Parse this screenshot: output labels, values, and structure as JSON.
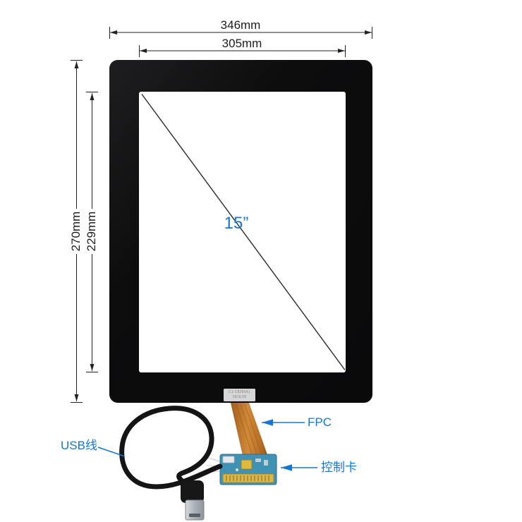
{
  "product": {
    "diagonal_label": "15”"
  },
  "dimensions": {
    "outer_width": "346mm",
    "inner_width": "305mm",
    "outer_height": "270mm",
    "inner_height": "229mm"
  },
  "callouts": {
    "usb_cable": "USB线",
    "fpc": "FPC",
    "controller": "控制卡"
  },
  "sticker": {
    "line1": "C1-C8280A1",
    "line2": "0818.08"
  },
  "colors": {
    "accent_blue": "#1677d2",
    "dimension_line": "#222222",
    "panel_black": "#0c0c0c",
    "fpc_orange": "#c9842f",
    "pcb_teal": "#3f92b4"
  }
}
